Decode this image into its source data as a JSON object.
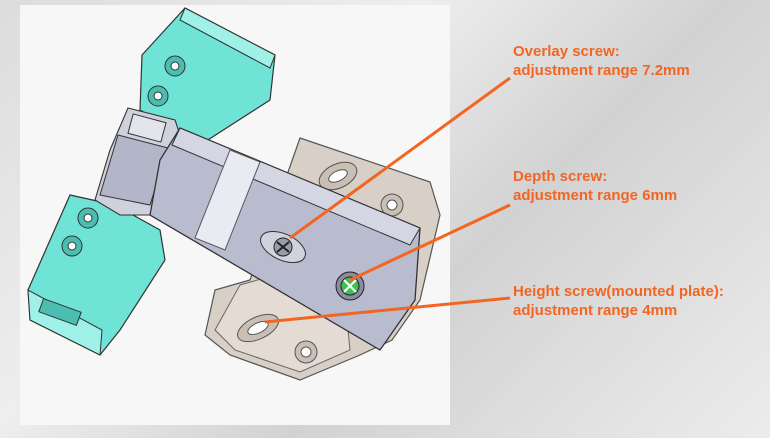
{
  "annotations": [
    {
      "title": "Overlay screw:",
      "detail": "adjustment range 7.2mm"
    },
    {
      "title": "Depth screw:",
      "detail": "adjustment range 6mm"
    },
    {
      "title": "Height screw(mounted plate):",
      "detail": "adjustment range 4mm"
    }
  ],
  "colors": {
    "accent": "#f26522",
    "hinge_arm": "#b9bccf",
    "mounting_block": "#6fe3d6",
    "base_plate": "#d8cfc6",
    "panel_background": "#f7f7f7"
  }
}
